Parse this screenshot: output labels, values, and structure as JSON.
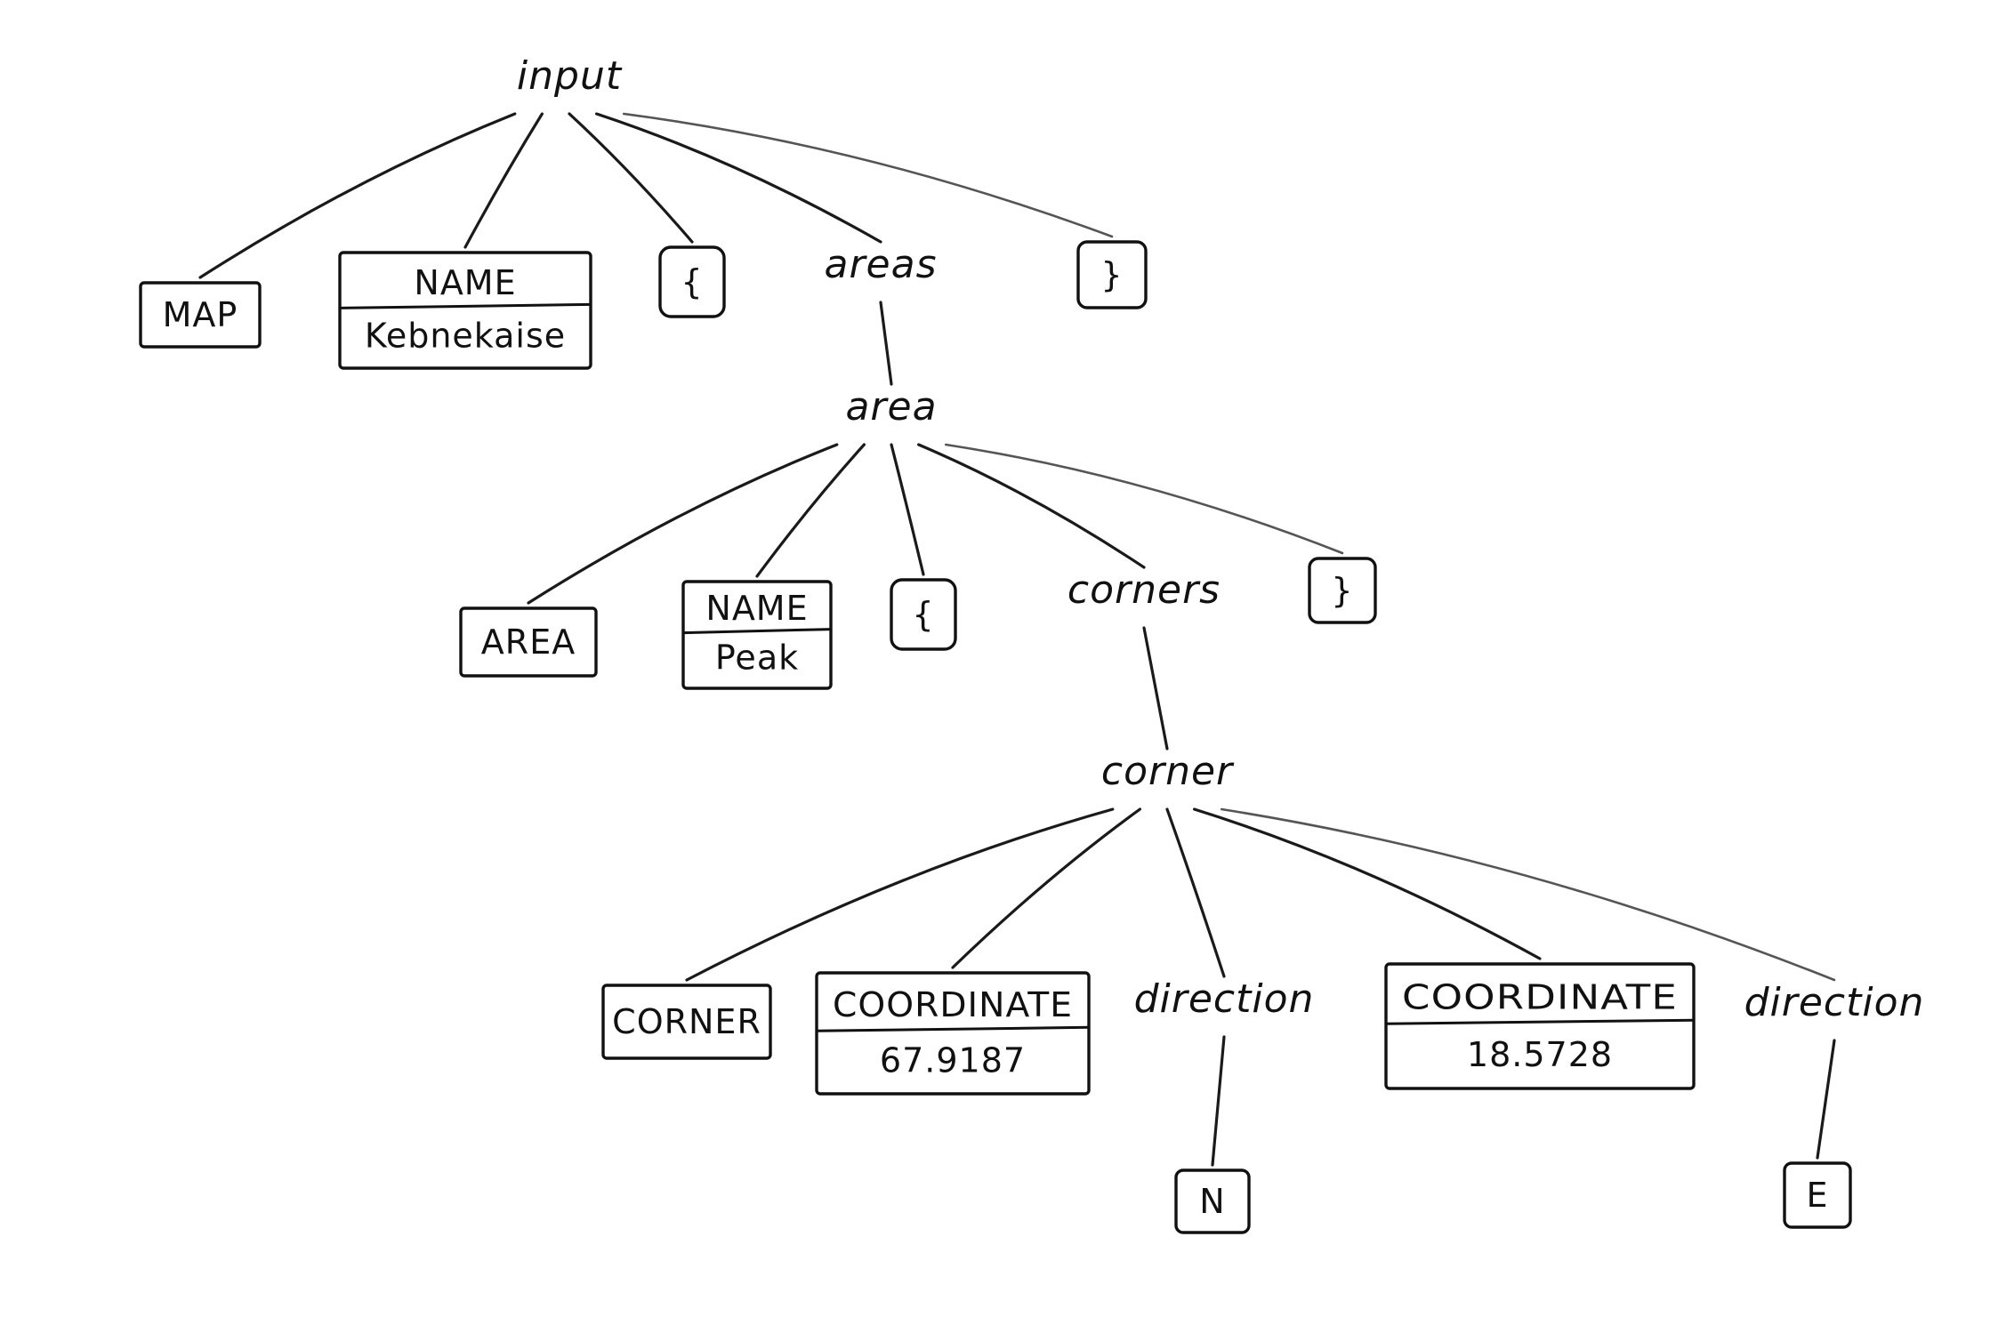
{
  "diagram": {
    "type": "parse-tree",
    "colors": {
      "ink": "#111111",
      "paper": "#ffffff"
    },
    "nodes": [
      {
        "id": "input",
        "kind": "nonterminal",
        "label": "input"
      },
      {
        "id": "map",
        "kind": "token",
        "label": "MAP",
        "parent": "input"
      },
      {
        "id": "name1",
        "kind": "token-value",
        "label": "NAME",
        "value": "Kebnekaise",
        "parent": "input"
      },
      {
        "id": "lbrace1",
        "kind": "token",
        "label": "{",
        "parent": "input"
      },
      {
        "id": "areas",
        "kind": "nonterminal",
        "label": "areas",
        "parent": "input"
      },
      {
        "id": "rbrace1",
        "kind": "token",
        "label": "}",
        "parent": "input"
      },
      {
        "id": "area",
        "kind": "nonterminal",
        "label": "area",
        "parent": "areas"
      },
      {
        "id": "areatok",
        "kind": "token",
        "label": "AREA",
        "parent": "area"
      },
      {
        "id": "name2",
        "kind": "token-value",
        "label": "NAME",
        "value": "Peak",
        "parent": "area"
      },
      {
        "id": "lbrace2",
        "kind": "token",
        "label": "{",
        "parent": "area"
      },
      {
        "id": "corners",
        "kind": "nonterminal",
        "label": "corners",
        "parent": "area"
      },
      {
        "id": "rbrace2",
        "kind": "token",
        "label": "}",
        "parent": "area"
      },
      {
        "id": "corner",
        "kind": "nonterminal",
        "label": "corner",
        "parent": "corners"
      },
      {
        "id": "cornertok",
        "kind": "token",
        "label": "CORNER",
        "parent": "corner"
      },
      {
        "id": "coord1",
        "kind": "token-value",
        "label": "COORDINATE",
        "value": "67.9187",
        "parent": "corner"
      },
      {
        "id": "dir1",
        "kind": "nonterminal",
        "label": "direction",
        "parent": "corner"
      },
      {
        "id": "coord2",
        "kind": "token-value",
        "label": "COORDINATE",
        "value": "18.5728",
        "parent": "corner"
      },
      {
        "id": "dir2",
        "kind": "nonterminal",
        "label": "direction",
        "parent": "corner"
      },
      {
        "id": "north",
        "kind": "token",
        "label": "N",
        "parent": "dir1"
      },
      {
        "id": "east",
        "kind": "token",
        "label": "E",
        "parent": "dir2"
      }
    ]
  }
}
